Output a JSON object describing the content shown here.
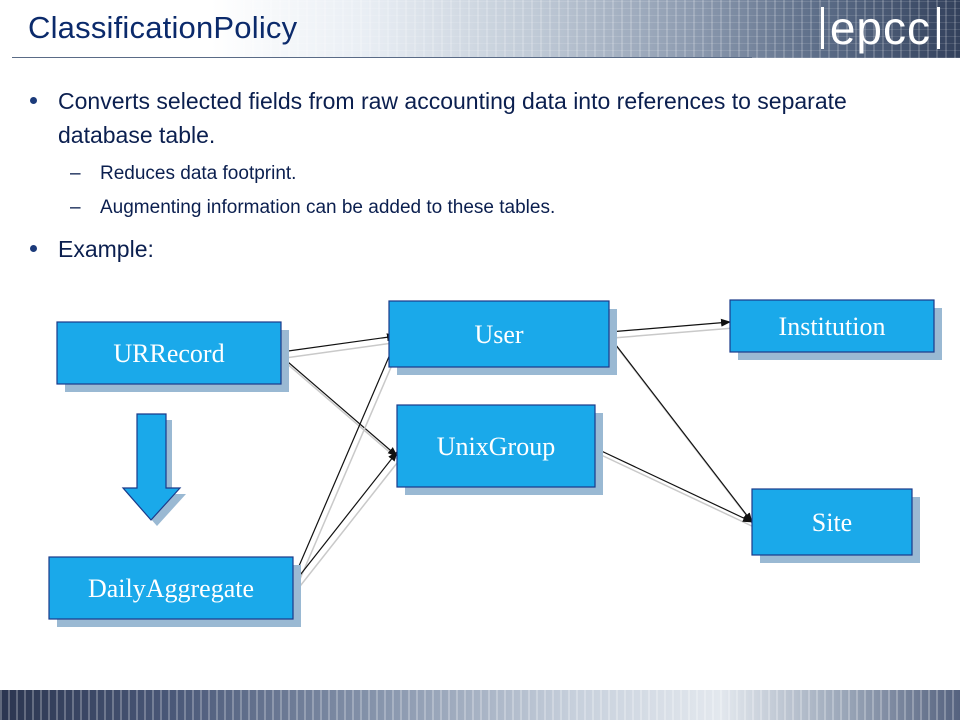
{
  "slide": {
    "title": "ClassificationPolicy",
    "logo_text": "epcc"
  },
  "bullets": [
    {
      "text": "Converts selected fields from raw accounting data into references to separate database table.",
      "sub": [
        "Reduces data footprint.",
        "Augmenting information can be added to these tables."
      ]
    },
    {
      "text": "Example:",
      "sub": []
    }
  ],
  "diagram": {
    "colors": {
      "box_fill": "#1aa9ea",
      "box_shadow": "#9ab9d3",
      "box_border": "#1a3a8a",
      "text": "#ffffff"
    },
    "nodes": {
      "urrecord": "URRecord",
      "user": "User",
      "institution": "Institution",
      "unixgroup": "UnixGroup",
      "site": "Site",
      "dailyaggregate": "DailyAggregate"
    },
    "edges": [
      [
        "urrecord",
        "user"
      ],
      [
        "urrecord",
        "unixgroup"
      ],
      [
        "dailyaggregate",
        "user"
      ],
      [
        "dailyaggregate",
        "unixgroup"
      ],
      [
        "user",
        "institution"
      ],
      [
        "user",
        "site"
      ],
      [
        "unixgroup",
        "site"
      ]
    ],
    "transform_arrow": {
      "from": "urrecord",
      "to": "dailyaggregate"
    }
  }
}
